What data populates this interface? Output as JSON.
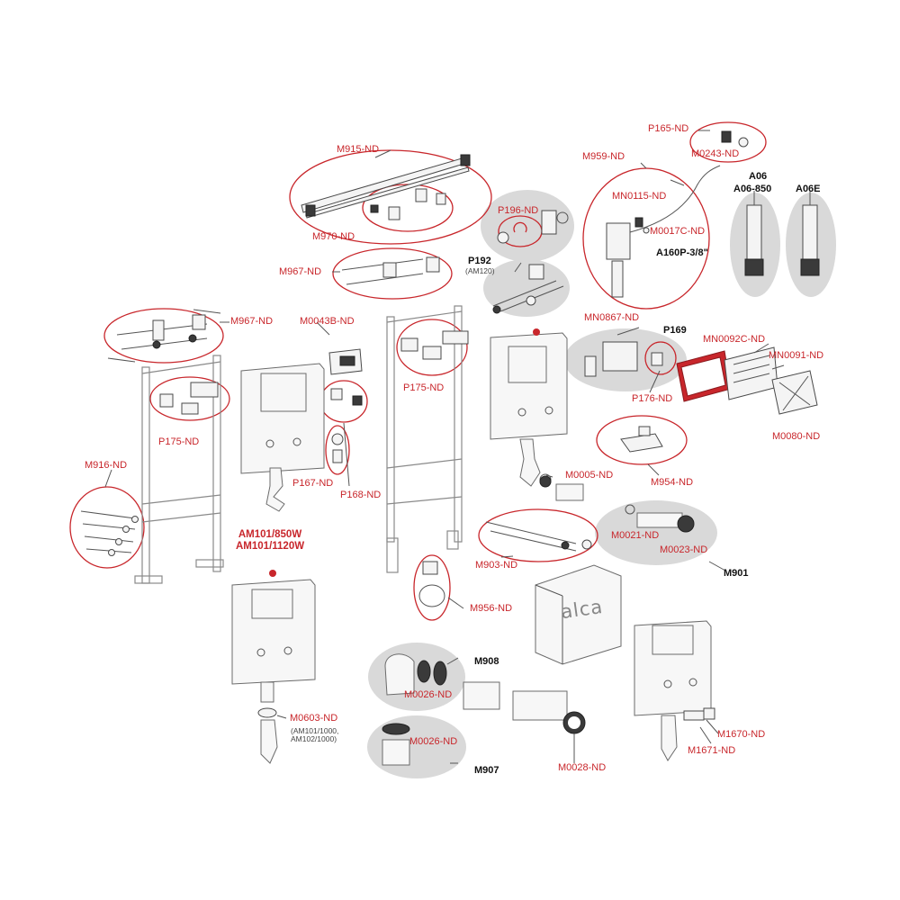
{
  "labels": {
    "m915": "M915-ND",
    "m970": "M970-ND",
    "m967_top": "M967-ND",
    "m967_left": "M967-ND",
    "m0043b": "M0043B-ND",
    "p175_left": "P175-ND",
    "p175_mid": "P175-ND",
    "m916": "M916-ND",
    "p167": "P167-ND",
    "p168": "P168-ND",
    "p196": "P196-ND",
    "p192": "P192",
    "p192_sub": "(AM120)",
    "p165": "P165-ND",
    "m0243": "M0243-ND",
    "m959": "M959-ND",
    "mn0115": "MN0115-ND",
    "m0017c": "M0017C-ND",
    "a160p": "A160P-3/8\"",
    "a06": "A06",
    "a06_850": "A06-850",
    "a06e": "A06E",
    "mn0867": "MN0867-ND",
    "p169": "P169",
    "p176": "P176-ND",
    "mn0092c": "MN0092C-ND",
    "mn0091": "MN0091-ND",
    "m0080": "M0080-ND",
    "m0005": "M0005-ND",
    "m954": "M954-ND",
    "m0021": "M0021-ND",
    "m0023": "M0023-ND",
    "m901": "M901",
    "m903": "M903-ND",
    "m956": "M956-ND",
    "am_line1": "AM101/850W",
    "am_line2": "AM101/1120W",
    "m908": "M908",
    "m0026_a": "M0026-ND",
    "m0026_b": "M0026-ND",
    "m907": "M907",
    "m0603": "M0603-ND",
    "m0603_sub1": "(AM101/1000,",
    "m0603_sub2": "AM102/1000)",
    "m0028": "M0028-ND",
    "m1670": "M1670-ND",
    "m1671": "M1671-ND"
  },
  "brand_text": "alca",
  "colors": {
    "highlight_red": "#c8262b",
    "group_fill": "#d9d9d9",
    "line_gray": "#555555",
    "cistern_fill": "#f7f7f7"
  }
}
